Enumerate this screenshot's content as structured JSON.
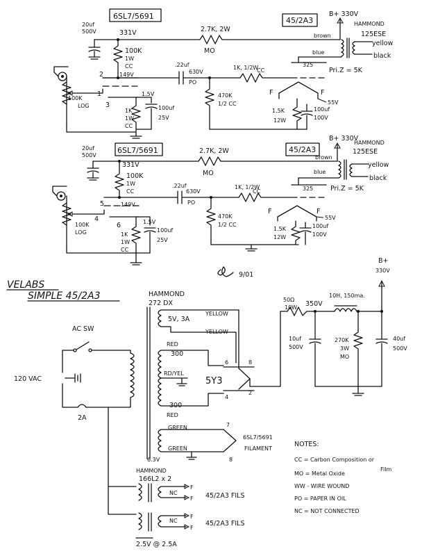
{
  "stage1": {
    "tube": "6SL7/5691",
    "out_tube": "45/2A3",
    "supply_cap": "20uf",
    "supply_cap_v": "500V",
    "b_plus": "B+ 330V",
    "xfmr_make": "HAMMOND",
    "xfmr_model": "125ESE",
    "wire_brown": "brown",
    "wire_yellow": "yellow",
    "wire_blue": "blue",
    "wire_black": "black",
    "v_plate_supply": "331V",
    "r_drop": "2.7K, 2W",
    "r_drop_type": "MO",
    "r_load": "100K",
    "r_load_w": "1W",
    "r_load_type": "CC",
    "coupling_cap": ".22uf",
    "coupling_cap_v": "630V",
    "coupling_cap_type": "PO",
    "grid_stop": "1K, 1/2W",
    "grid_stop_type": "CC",
    "v_grid": "325",
    "pri_z": "Pri.Z = 5K",
    "v_plate": "149V",
    "pin_plate": "2",
    "pin_grid": "1",
    "pin_cathode": "3",
    "pot": "100K",
    "pot_type": "LOG",
    "v_cathode": "1.5V",
    "r_cathode": "1K",
    "r_cathode_w": "1W",
    "r_cathode_type": "CC",
    "c_cathode": "100uf",
    "c_cathode_v": "25V",
    "r_grid": "470K",
    "r_grid_type": "1/2 CC",
    "fil_f1": "F",
    "fil_f2": "F",
    "v_fil_bias": "55V",
    "r_bias": "1.5K",
    "r_bias_w": "12W",
    "c_bias": "100uf",
    "c_bias_v": "100V"
  },
  "stage2": {
    "tube": "6SL7/5691",
    "out_tube": "45/2A3",
    "supply_cap": "20uf",
    "supply_cap_v": "500V",
    "b_plus": "B+ 330V",
    "xfmr_make": "HAMMOND",
    "xfmr_model": "125ESE",
    "wire_brown": "brown",
    "wire_yellow": "yellow",
    "wire_blue": "blue",
    "wire_black": "black",
    "v_plate_supply": "331V",
    "r_drop": "2.7K, 2W",
    "r_drop_type": "MO",
    "r_load": "100K",
    "r_load_w": "1W",
    "r_load_type": "CC",
    "coupling_cap": ".22uf",
    "coupling_cap_v": "630V",
    "coupling_cap_type": "PO",
    "grid_stop": "1K, 1/2W",
    "grid_stop_type": "CC",
    "v_grid": "325",
    "pri_z": "Pri.Z = 5K",
    "v_plate": "149V",
    "pin_plate": "5",
    "pin_grid": "4",
    "pin_cathode": "6",
    "pot": "100K",
    "pot_type": "LOG",
    "v_cathode": "1.5V",
    "r_cathode": "1K",
    "r_cathode_w": "1W",
    "r_cathode_type": "CC",
    "c_cathode": "100uf",
    "c_cathode_v": "25V",
    "r_grid": "470K",
    "r_grid_type": "1/2 CC",
    "fil_f1": "F",
    "fil_f2": "F",
    "v_fil_bias": "55V",
    "r_bias": "1.5K",
    "r_bias_w": "12W",
    "c_bias": "100uf",
    "c_bias_v": "100V"
  },
  "signature": {
    "date": "9/01"
  },
  "title": {
    "line1": "VELABS",
    "line2": "SIMPLE 45/2A3"
  },
  "power": {
    "xfmr_make": "HAMMOND",
    "xfmr_model": "272 DX",
    "ac_sw": "AC SW",
    "mains": "120 VAC",
    "fuse": "2A",
    "tap_5v": "5V, 3A",
    "wire_yellow1": "YELLOW",
    "wire_yellow2": "YELLOW",
    "wire_red1": "RED",
    "wire_red2": "RED",
    "wire_redyel": "RD/YEL",
    "hv_300_a": "300",
    "hv_300_b": "300",
    "rect_tube": "5Y3",
    "pin_6": "6",
    "pin_8": "8",
    "pin_4": "4",
    "pin_2": "2",
    "r_series": "50Ω",
    "r_series_w": "10W",
    "v_350": "350V",
    "choke": "10H, 150ma.",
    "b_plus": "B+",
    "b_plus_v": "330V",
    "c_filter1": "10uf",
    "c_filter1_v": "500V",
    "r_bleed": "270K",
    "r_bleed_w": "3W",
    "r_bleed_type": "MO",
    "c_filter2": "40uf",
    "c_filter2_v": "500V",
    "wire_green1": "GREEN",
    "wire_green2": "GREEN",
    "fil_pin7": "7",
    "fil_pin8": "8",
    "fil_tube": "6SL7/5691",
    "fil_label": "FILAMENT",
    "v_63": "6.3V",
    "fil_xfmr_make": "HAMMOND",
    "fil_xfmr_model": "166L2 x 2",
    "nc1": "NC",
    "nc2": "NC",
    "fils1": "45/2A3 FILS",
    "fils2": "45/2A3 FILS",
    "fil_f": "F",
    "v_25": "2.5V @ 2.5A"
  },
  "notes": {
    "heading": "NOTES:",
    "n1": "CC = Carbon Composition or",
    "n1b": "Film",
    "n2": "MO = Metal Oxide",
    "n3": "WW - WIRE WOUND",
    "n4": "PO = PAPER IN OIL",
    "n5": "NC = NOT CONNECTED"
  }
}
